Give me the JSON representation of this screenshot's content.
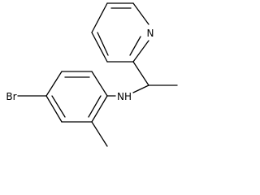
{
  "molecule": {
    "atoms": {
      "nitrogen_ring": "N",
      "amine": "NH",
      "bromine": "Br"
    },
    "colors": {
      "bond": "#000000",
      "label": "#000000",
      "background": "#ffffff"
    }
  }
}
